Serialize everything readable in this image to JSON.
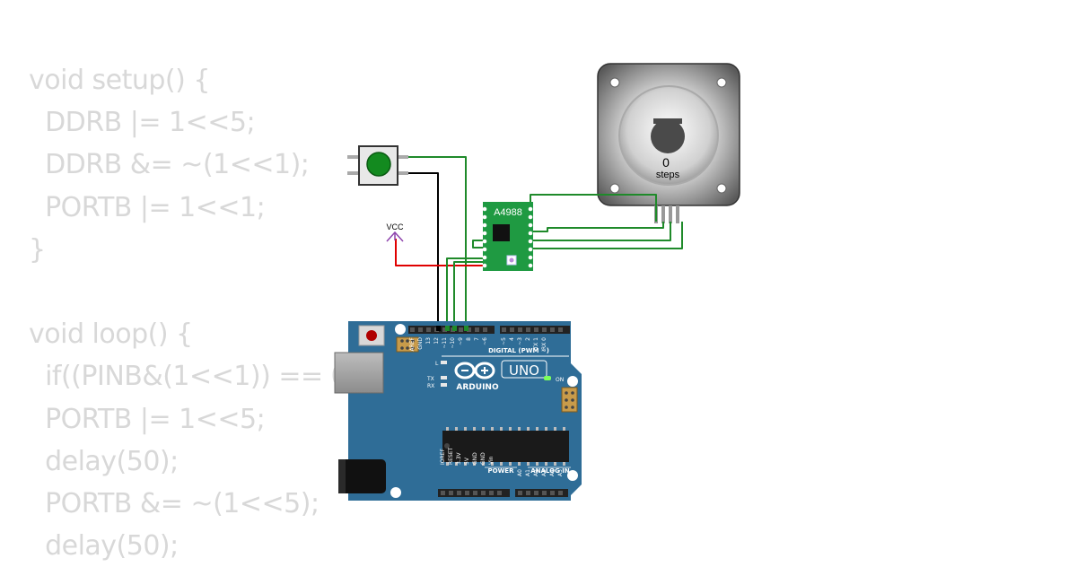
{
  "code_lines": [
    "void setup() {",
    "  DDRB |= 1<<5;",
    "  DDRB &= ~(1<<1);",
    "  PORTB |= 1<<1;",
    "}",
    "",
    "void loop() {",
    "  if((PINB&(1<<1)) == 0){",
    "  PORTB |= 1<<5;",
    "  delay(50);",
    "  PORTB &= ~(1<<5);",
    "  delay(50);"
  ],
  "stepper": {
    "steps_value": "0",
    "steps_unit": "steps"
  },
  "driver": {
    "label": "A4988"
  },
  "vcc": {
    "label": "VCC"
  },
  "arduino": {
    "brand": "ARDUINO",
    "model": "UNO",
    "digital_label": "DIGITAL (PWM ~)",
    "power_label": "POWER",
    "analog_label": "ANALOG IN",
    "on_label": "ON",
    "led_l": "L",
    "led_tx": "TX",
    "led_rx": "RX",
    "top_pins": [
      "AREF",
      "GND",
      "13",
      "12",
      "~11",
      "~10",
      "~9",
      "8",
      "7",
      "~6",
      "~5",
      "4",
      "~3",
      "2",
      "TX 1",
      "RX 0"
    ],
    "power_pins": [
      "IOREF",
      "RESET",
      "3.3V",
      "5V",
      "GND",
      "GND",
      "Vin"
    ],
    "analog_pins": [
      "A0",
      "A1",
      "A2",
      "A3",
      "A4",
      "A5"
    ]
  },
  "colors": {
    "code_text": "#d8d8d8",
    "board_blue": "#2f6d97",
    "driver_green": "#1f9a42",
    "wire_green": "#1f8a2a",
    "wire_black": "#000000",
    "wire_red": "#e00000",
    "vcc_purple": "#8e44ad",
    "button_cap": "#138a1f"
  }
}
